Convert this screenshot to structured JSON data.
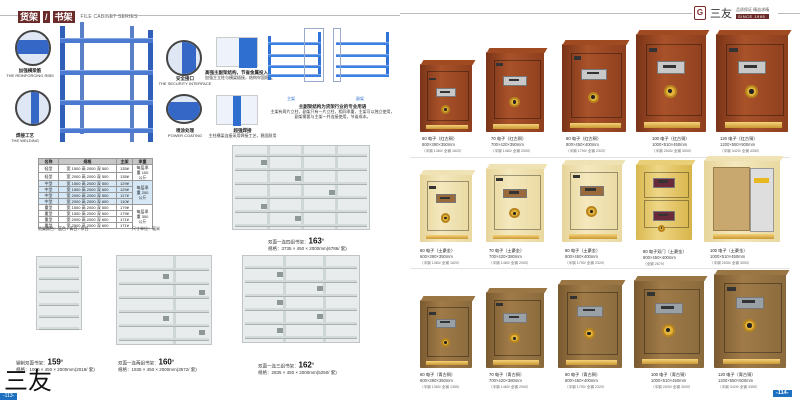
{
  "header_left": {
    "title_boxes": [
      "货架",
      "/",
      "书架"
    ],
    "subtitle": "FILE CABINET SERIES"
  },
  "header_right": {
    "logo_mark": "G",
    "brand": "三友",
    "slogan": "品质保证 精益求精",
    "since": "SINCE 1995"
  },
  "rack_section": {
    "callouts": [
      {
        "cn": "加强横梁筋",
        "en": "THE REINFORCING RIBS"
      },
      {
        "cn": "焊接工艺",
        "en": "THE WELDING"
      },
      {
        "cn": "安全接口",
        "en": "THE SECURITY INTERFACE"
      },
      {
        "cn": "喷涂处理",
        "en": "POWER COATING"
      }
    ],
    "features": [
      {
        "title": "高强主副架结构，节省金属投入",
        "desc": "加强主立柱与横梁插接，结构牢固稳定"
      },
      {
        "title": "超强焊接",
        "desc": "主柱横梁连接采用焊接工艺，稳固耐用"
      },
      {
        "title": "主副架结构为货架行业的专业用语",
        "desc": "主架有两片立柱，副架只有一片立柱，相同承重，主架可以独立使用，副架需要与主架一并连接使用，节省成本。"
      }
    ],
    "frame_labels": [
      "主架",
      "副架"
    ]
  },
  "spec_table": {
    "headers": [
      "名称",
      "规格",
      "主架",
      "承重"
    ],
    "rows": [
      {
        "name": "轻型",
        "spec": "宽 1500 高 2000 深 500",
        "price": "135¥",
        "load": "每层承重 100 公斤"
      },
      {
        "name": "轻型",
        "spec": "宽 2000 高 2000 深 500",
        "price": "135¥",
        "load": ""
      },
      {
        "name": "中型",
        "spec": "宽 1500 高 2000 深 500",
        "price": "129¥",
        "load": "每层承重 200 公斤"
      },
      {
        "name": "中型",
        "spec": "宽 1500 高 2000 深 600",
        "price": "129¥",
        "load": ""
      },
      {
        "name": "中型",
        "spec": "宽 2000 高 2000 深 500",
        "price": "117¥",
        "load": ""
      },
      {
        "name": "中型",
        "spec": "宽 2000 高 2000 深 600",
        "price": "110¥",
        "load": ""
      },
      {
        "name": "重型",
        "spec": "宽 1500 高 2000 深 500",
        "price": "179¥",
        "load": "每层承重 300 公斤"
      },
      {
        "name": "重型",
        "spec": "宽 1500 高 2000 深 600",
        "price": "179¥",
        "load": ""
      },
      {
        "name": "重型",
        "spec": "宽 2000 高 2000 深 600",
        "price": "171¥",
        "load": ""
      },
      {
        "name": "重型",
        "spec": "宽 2500 高 2000 深 600",
        "price": "171¥",
        "load": ""
      }
    ],
    "footer_left": "货架颜色：蓝色 / 青白 / 灰白",
    "footer_right": "尺寸单位：毫米"
  },
  "bookshelves": [
    {
      "name": "钢制双面书架：",
      "price": "159",
      "spec": "规格：1000 × 450 × 2000mm(2018/ 套)"
    },
    {
      "name": "双面一连两组书架：",
      "price": "160",
      "spec": "规格：1935 × 450 × 2000mm(3572/ 套)"
    },
    {
      "name": "双面一连三组书架：",
      "price": "162",
      "spec": "规格：2835 × 450 × 2000mm(5250/ 套)"
    },
    {
      "name": "双面一连四组书架：",
      "price": "163",
      "spec": "规格：3735 × 450 × 2000mm(6786/ 套)"
    }
  ],
  "safes": {
    "red": [
      {
        "name": "60 电子（红古铜）",
        "dims": "600×390×350mm",
        "weight": "（半钢 1360/ 全钢 1620）"
      },
      {
        "name": "70 电子（红古铜）",
        "dims": "700×420×380mm",
        "weight": "（半钢 1460/ 全钢 2000）"
      },
      {
        "name": "80 电子（红古铜）",
        "dims": "800×450×400mm",
        "weight": "（半钢 1790/ 全钢 2320）"
      },
      {
        "name": "100 电子（红古铜）",
        "dims": "1000×510×450mm",
        "weight": "（半钢 2530/ 全钢 3000）"
      },
      {
        "name": "120 电子（红古铜）",
        "dims": "1200×550×500mm",
        "weight": "（半钢 3429/ 全钢 4350）"
      }
    ],
    "gold": [
      {
        "name": "60 电子（土豪金）",
        "dims": "600×390×350mm",
        "weight": "（半钢 1360/ 全钢 1620）"
      },
      {
        "name": "70 电子（土豪金）",
        "dims": "700×420×380mm",
        "weight": "（半钢 1460/ 全钢 2000）"
      },
      {
        "name": "80 电子（土豪金）",
        "dims": "800×450×400mm",
        "weight": "（半钢 1790/ 全钢 2320）"
      },
      {
        "name": "80 电子双门（土豪金）",
        "dims": "800×450×400mm",
        "weight": "（全钢 2679）"
      },
      {
        "name": "100 电子（土豪金）",
        "dims": "1000×510×450mm",
        "weight": "（半钢 2530/ 全钢 3000）"
      }
    ],
    "bronze": [
      {
        "name": "60 电子（青古铜）",
        "dims": "600×390×350mm",
        "weight": "（半钢 1360/ 全钢 1355）"
      },
      {
        "name": "70 电子（青古铜）",
        "dims": "700×420×380mm",
        "weight": "（半钢 1460/ 全钢 2000）"
      },
      {
        "name": "80 电子（青古铜）",
        "dims": "800×450×400mm",
        "weight": "（半钢 1790/ 全钢 2320）"
      },
      {
        "name": "100 电子（青古铜）",
        "dims": "1000×510×450mm",
        "weight": "（半钢 2530/ 全钢 3000）"
      },
      {
        "name": "120 电子（青古铜）",
        "dims": "1200×550×500mm",
        "weight": "（半钢 3429/ 全钢 4350）"
      }
    ]
  },
  "watermark": "三友",
  "page_numbers": {
    "left": "-113-",
    "right": "-114-"
  },
  "colors": {
    "brand_maroon": "#6b2a2a",
    "rack_blue": "#2f5fb8",
    "page_blue": "#1d6fc0"
  }
}
